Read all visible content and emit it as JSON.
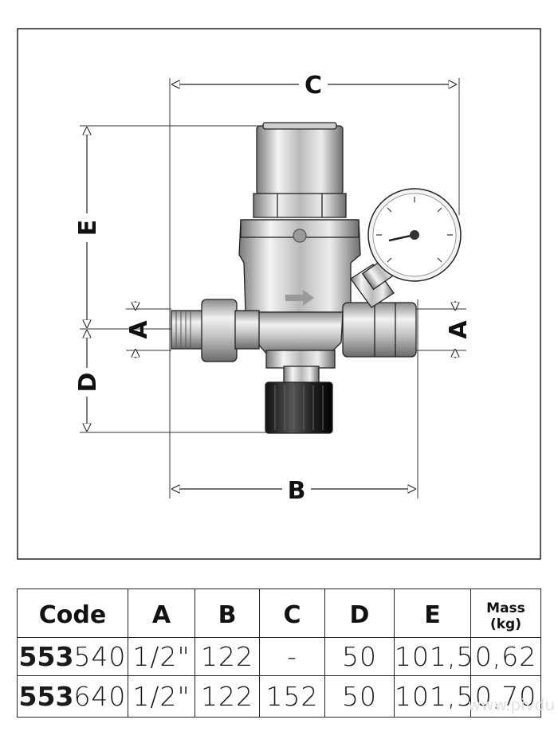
{
  "drawing": {
    "dimension_labels": {
      "a_left": "A",
      "a_right": "A",
      "b": "B",
      "c": "C",
      "d": "D",
      "e": "E"
    }
  },
  "table": {
    "headers": [
      "Code",
      "A",
      "B",
      "C",
      "D",
      "E",
      "Mass (kg)"
    ],
    "rows": [
      {
        "code_prefix": "553",
        "code_suffix": "540",
        "a": "1/2\"",
        "b": "122",
        "c": "-",
        "d": "50",
        "e": "101,5",
        "mass": "0,62"
      },
      {
        "code_prefix": "553",
        "code_suffix": "640",
        "a": "1/2\"",
        "b": "122",
        "c": "152",
        "d": "50",
        "e": "101,5",
        "mass": "0,70"
      }
    ]
  },
  "watermark": "www.pivdu"
}
